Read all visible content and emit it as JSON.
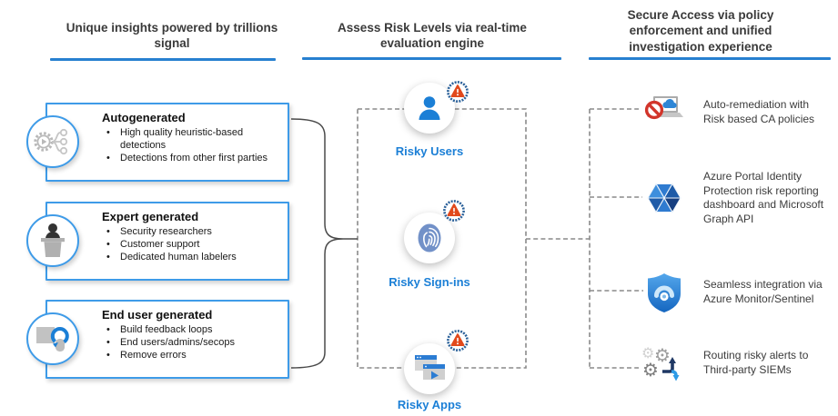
{
  "colors": {
    "header_underline": "#2780D0",
    "box_border": "#3E9BE8",
    "risky_label_blue": "#1B7FD6",
    "warning_triangle_orange": "#E1491C",
    "connector_gray": "#8A8A8A"
  },
  "headers": [
    {
      "label": "Unique insights powered by trillions signal"
    },
    {
      "label": "Assess Risk Levels via real-time evaluation engine"
    },
    {
      "label": "Secure Access via policy enforcement and unified investigation experience"
    }
  ],
  "insight_boxes": [
    {
      "title": "Autogenerated",
      "icon": "automation-flow-icon",
      "bullets": [
        "High quality heuristic-based detections",
        "Detections from other first parties"
      ]
    },
    {
      "title": "Expert generated",
      "icon": "expert-podium-icon",
      "bullets": [
        "Security researchers",
        "Customer support",
        "Dedicated human labelers"
      ]
    },
    {
      "title": "End user generated",
      "icon": "feedback-loop-icon",
      "bullets": [
        "Build feedback loops",
        "End users/admins/secops",
        "Remove errors"
      ]
    }
  ],
  "risk_items": [
    {
      "label": "Risky Users",
      "icon": "user-icon",
      "badge": "risk-warning-badge"
    },
    {
      "label": "Risky Sign-ins",
      "icon": "fingerprint-icon",
      "badge": "risk-warning-badge"
    },
    {
      "label": "Risky Apps",
      "icon": "app-windows-icon",
      "badge": "risk-warning-badge"
    }
  ],
  "secure_access_items": [
    {
      "text": "Auto-remediation with Risk based CA policies",
      "icon": "blocked-device-icon"
    },
    {
      "text": "Azure Portal Identity Protection risk reporting dashboard and Microsoft Graph API",
      "icon": "identity-protection-icon"
    },
    {
      "text": "Seamless integration via Azure Monitor/Sentinel",
      "icon": "security-shield-icon"
    },
    {
      "text": "Routing risky alerts to Third-party SIEMs",
      "icon": "gears-routing-icon"
    }
  ]
}
